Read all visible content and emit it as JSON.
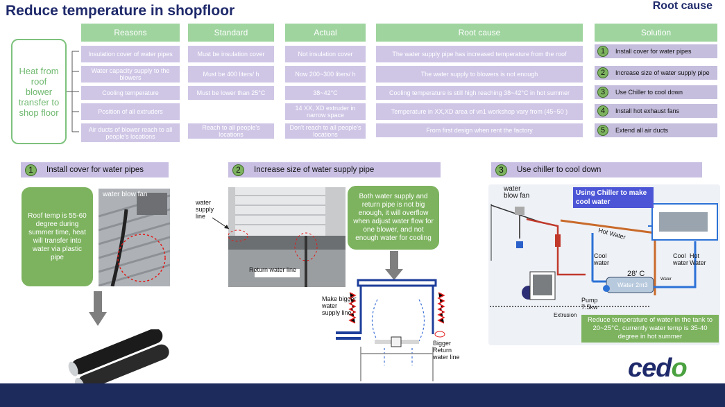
{
  "slide": {
    "title": "Reduce temperature in shopfloor",
    "tag": "Root cause",
    "heat_box": "Heat from roof blower transfer to shop floor"
  },
  "table": {
    "headers": {
      "reasons": "Reasons",
      "standard": "Standard",
      "actual": "Actual",
      "root_cause": "Root cause",
      "solution": "Solution"
    },
    "rows": [
      {
        "reason": "Insulation cover of water pipes",
        "standard": "Must be insulation cover",
        "actual": "Not insulation cover",
        "root": "The water supply pipe has increased temperature from the roof"
      },
      {
        "reason": "Water capacity  supply to the blowers",
        "standard": "Must be 400 liters/ h",
        "actual": "Now 200~300 liters/ h",
        "root": "The water supply to blowers is not enough"
      },
      {
        "reason": "Cooling temperature",
        "standard": "Must be lower than 25°C",
        "actual": "38~42°C",
        "root": "Cooling temperature is still high reaching 38~42°C in hot summer"
      },
      {
        "reason": "Position of all extruders",
        "standard": "",
        "actual": "14 XX, XD extruder  in narrow space",
        "root": "Temperature in XX,XD area  of vn1 workshop vary from (45~50 )"
      },
      {
        "reason": "Air ducts of blower reach to all people's locations",
        "standard": "Reach to all people's locations",
        "actual": "Don't reach to all people's locations",
        "root": "From first design when rent the factory"
      }
    ],
    "solutions": [
      {
        "num": "1",
        "label": "Install cover for water pipes"
      },
      {
        "num": "2",
        "label": "Increase size of water supply pipe"
      },
      {
        "num": "3",
        "label": "Use Chiller to cool down"
      },
      {
        "num": "4",
        "label": "Install hot exhaust fans"
      },
      {
        "num": "5",
        "label": "Extend all air ducts"
      }
    ]
  },
  "panels": {
    "p1": {
      "num": "1",
      "title": "Install cover for water pipes",
      "callout": "Roof temp is 55-60 degree during summer time, heat will transfer into water via plastic pipe",
      "photo_label": "water blow fan"
    },
    "p2": {
      "num": "2",
      "title": "Increase size of water supply pipe",
      "callout": "Both water supply and return pipe is not big enough, it will overflow when adjust water flow for one blower, and not enough water for cooling",
      "label_supply": "water supply line",
      "label_return": "Return water line",
      "label_bigger_supply": "Make bigger water supply line",
      "label_bigger_return": "Bigger Return water line"
    },
    "p3": {
      "num": "3",
      "title": "Use chiller to cool down",
      "label_fan": "water blow fan",
      "chiller_callout": "Using Chiller to make cool water",
      "hot_water": "Hot Water",
      "cool_water_1": "Cool water",
      "cool_water_2": "Cool water",
      "hot_water_2": "Hot Water",
      "temp": "28' C",
      "tank": "Water 2m3",
      "water_small": "Water",
      "pump": "Pump 7.5kw",
      "extrusion": "Extrusion",
      "reduce_callout": "Reduce temperature of water in the tank to 20~25°C, currently water temp is 35-40 degree in hot summer"
    }
  },
  "brand": {
    "logo_text_1": "ced",
    "logo_text_2": "o"
  }
}
